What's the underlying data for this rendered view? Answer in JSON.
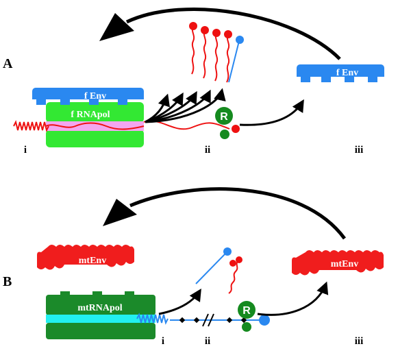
{
  "panel_a": {
    "label": "A",
    "env_label": "f Env",
    "polymerase_label": "f RNApol",
    "target_env_label": "f Env",
    "ribosome_label": "R",
    "step_i": "i",
    "step_ii": "ii",
    "step_iii": "iii"
  },
  "panel_b": {
    "label": "B",
    "env_label": "mtEnv",
    "polymerase_label": "mtRNApol",
    "target_env_label": "mtEnv",
    "ribosome_label": "R",
    "step_i": "i",
    "step_ii": "ii",
    "step_iii": "iii"
  },
  "colors": {
    "f_env_blue": "#2a88f0",
    "polymerase_green": "#33e833",
    "mt_polymerase_green": "#1b8a2a",
    "mt_env_red": "#f01d1d",
    "rna_red": "#ee1111",
    "template_pink": "#f3a6f0",
    "template_cyan": "#22f0f0",
    "ribosome_green": "#158a1f",
    "arrow_black": "#000000"
  }
}
